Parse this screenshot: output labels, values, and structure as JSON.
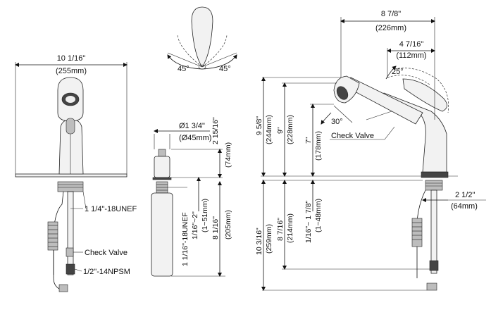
{
  "front_view": {
    "width_in": "10 1/16\"",
    "width_mm": "(255mm)",
    "thread_label": "1 1/4\"-18UNEF",
    "check_valve_label": "Check Valve",
    "supply_label": "1/2\"-14NPSM"
  },
  "top_view": {
    "angle_left": "45°",
    "angle_right": "45°"
  },
  "soap_dispenser": {
    "dia_in": "Ø1 3/4\"",
    "dia_mm": "(Ø45mm)",
    "height_in": "2 15/16\"",
    "height_mm": "(74mm)",
    "deck_range_in": "1/16\"~2\"",
    "deck_range_mm": "(1~51mm)",
    "below_in": "8 1/16\"",
    "below_mm": "(205mm)",
    "thread_label": "1 1/16\"-18UNEF"
  },
  "side_view": {
    "reach_in": "8 7/8\"",
    "reach_mm": "(226mm)",
    "pullout_in": "4 7/16\"",
    "pullout_mm": "(112mm)",
    "angle_25": "25°",
    "angle_30": "30°",
    "total_height_in": "9 5/8\"",
    "total_height_mm": "(244mm)",
    "height2_in": "9\"",
    "height2_mm": "(228mm)",
    "height3_in": "7\"",
    "height3_mm": "(178mm)",
    "check_valve_label": "Check Valve",
    "below_total_in": "10 3/16\"",
    "below_total_mm": "(259mm)",
    "below2_in": "8 7/16\"",
    "below2_mm": "(214mm)",
    "deck_range_in": "1/16\"~ 1 7/8\"",
    "deck_range_mm": "(1~48mm)",
    "base_dia_in": "2 1/2\"",
    "base_dia_mm": "(64mm)"
  }
}
